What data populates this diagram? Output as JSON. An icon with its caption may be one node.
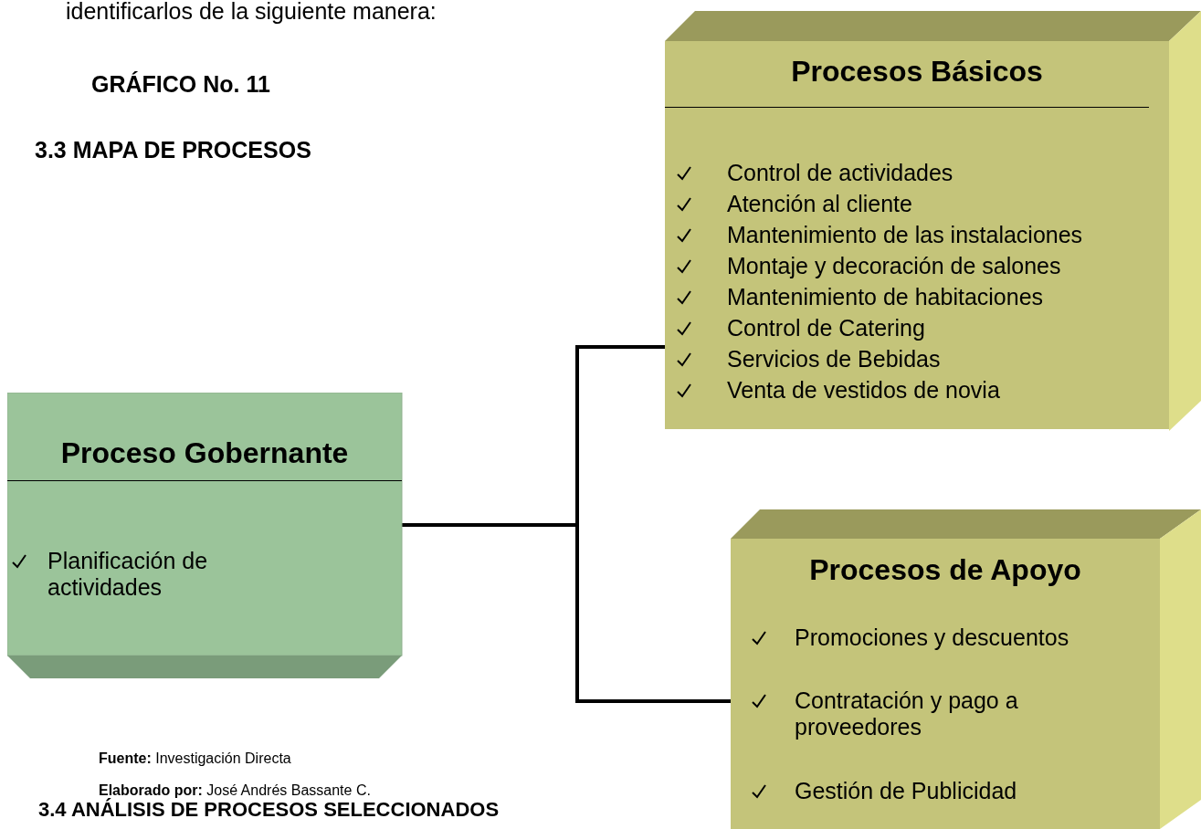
{
  "diagram": {
    "nodes": [
      {
        "text": [
          "Proceso Gobernante",
          "Planificación de actividades"
        ]
      },
      {
        "text": [
          "Procesos Básicos",
          "Control de actividades",
          "Atención al cliente",
          "Mantenimiento de las instalaciones",
          "Montaje y decoración de salones",
          "Mantenimiento de habitaciones",
          "Control de Catering",
          "Servicios de Bebidas",
          "Venta de vestidos de novia"
        ]
      },
      {
        "text": [
          "Procesos de Apoyo",
          "Promociones y descuentos",
          "Contratación y pago a proveedores",
          "Gestión de Publicidad"
        ]
      }
    ],
    "edges": [
      {
        "from": 0,
        "to": 1,
        "arrow": "none"
      },
      {
        "from": 0,
        "to": 2,
        "arrow": "none"
      }
    ],
    "labels": [
      "identificarlos de la siguiente manera:",
      "GRÁFICO No. 11",
      "3.3 MAPA DE PROCESOS",
      "**Fuente:** Investigación Directa",
      "**Elaborado por:** José Andrés Bassante C.",
      "3.4 ANÁLISIS DE PROCESOS SELECCIONADOS"
    ]
  }
}
